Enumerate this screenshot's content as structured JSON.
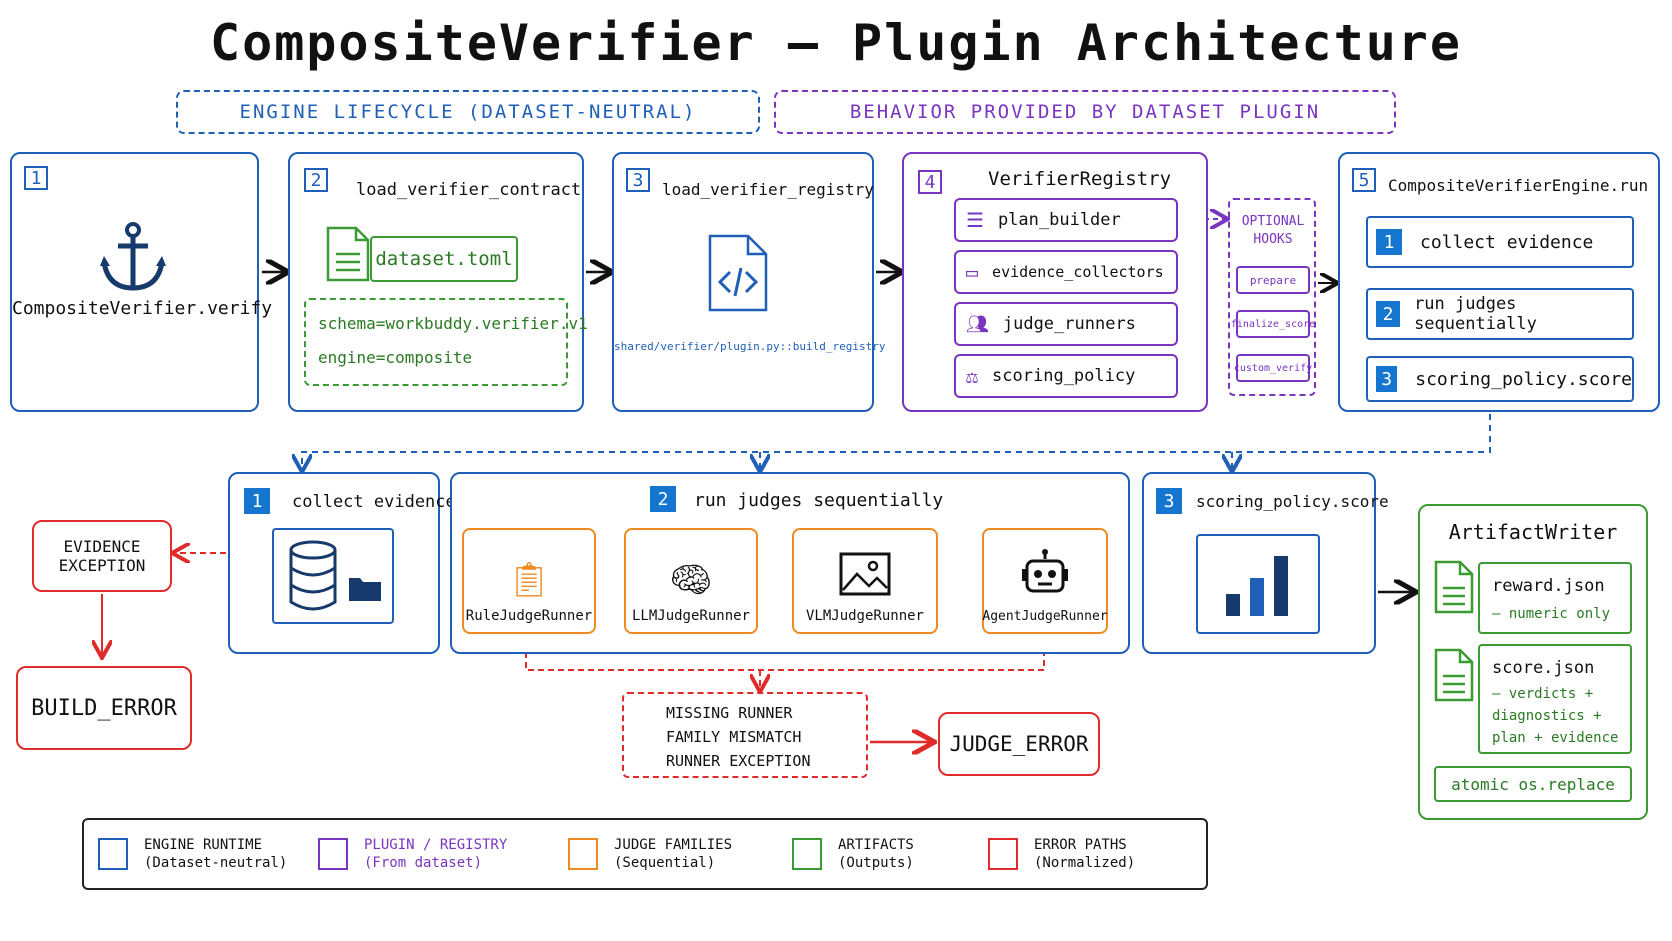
{
  "title": "CompositeVerifier — Plugin Architecture",
  "bands": {
    "engine": "ENGINE LIFECYCLE (DATASET-NEUTRAL)",
    "plugin": "BEHAVIOR PROVIDED BY DATASET PLUGIN"
  },
  "stages": {
    "s1": {
      "num": "1",
      "label": "CompositeVerifier.verify"
    },
    "s2": {
      "num": "2",
      "label": "load_verifier_contract",
      "file": "dataset.toml",
      "schema": "schema=workbuddy.verifier.v1",
      "engine": "engine=composite"
    },
    "s3": {
      "num": "3",
      "label": "load_verifier_registry",
      "path": "shared/verifier/plugin.py::build_registry"
    },
    "s4": {
      "num": "4",
      "label": "VerifierRegistry",
      "items": [
        "plan_builder",
        "evidence_collectors",
        "judge_runners",
        "scoring_policy"
      ]
    },
    "hooks": {
      "title1": "OPTIONAL",
      "title2": "HOOKS",
      "items": [
        "prepare",
        "finalize_score",
        "custom_verify"
      ]
    },
    "s5": {
      "num": "5",
      "label": "CompositeVerifierEngine.run",
      "steps": [
        {
          "num": "1",
          "label": "collect evidence"
        },
        {
          "num": "2",
          "label": "run judges sequentially"
        },
        {
          "num": "3",
          "label": "scoring_policy.score"
        }
      ]
    }
  },
  "detail": {
    "collect": {
      "num": "1",
      "label": "collect evidence"
    },
    "judges": {
      "num": "2",
      "label": "run judges sequentially",
      "runners": [
        "RuleJudgeRunner",
        "LLMJudgeRunner",
        "VLMJudgeRunner",
        "AgentJudgeRunner"
      ]
    },
    "score": {
      "num": "3",
      "label": "scoring_policy.score"
    }
  },
  "errors": {
    "evidence_exc": [
      "EVIDENCE",
      "EXCEPTION"
    ],
    "build_error": "BUILD_ERROR",
    "judge_causes": [
      "MISSING RUNNER",
      "FAMILY MISMATCH",
      "RUNNER EXCEPTION"
    ],
    "judge_error": "JUDGE_ERROR"
  },
  "artifacts": {
    "title": "ArtifactWriter",
    "reward": {
      "name": "reward.json",
      "desc": "— numeric only"
    },
    "score": {
      "name": "score.json",
      "desc": [
        "— verdicts +",
        "diagnostics +",
        "plan + evidence"
      ]
    },
    "atomic": "atomic os.replace"
  },
  "legend": [
    {
      "t1": "ENGINE RUNTIME",
      "t2": "(Dataset-neutral)",
      "color": "#1f5fb8"
    },
    {
      "t1": "PLUGIN / REGISTRY",
      "t2": "(From dataset)",
      "color": "#7a35c0"
    },
    {
      "t1": "JUDGE FAMILIES",
      "t2": "(Sequential)",
      "color": "#ee8a22"
    },
    {
      "t1": "ARTIFACTS",
      "t2": "(Outputs)",
      "color": "#3c9a35"
    },
    {
      "t1": "ERROR PATHS",
      "t2": "(Normalized)",
      "color": "#e02b2b"
    }
  ]
}
